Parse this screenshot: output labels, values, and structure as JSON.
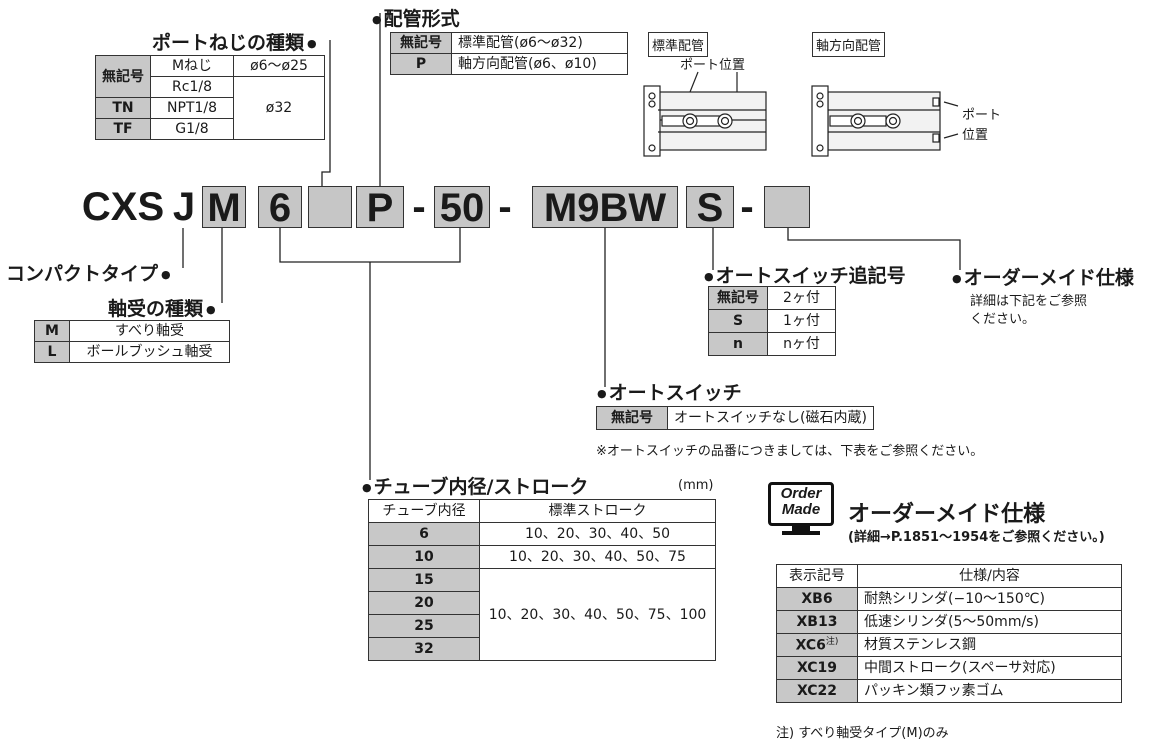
{
  "model": {
    "prefix": "CXS",
    "j": "J",
    "bearing": "M",
    "bore": "6",
    "blank": "",
    "piping": "P",
    "stroke": "50",
    "switch": "M9BW",
    "switch_count": "S",
    "made_to_order": "",
    "dash1": "-",
    "dash2": "-",
    "dash3": "-"
  },
  "port_thread": {
    "title": "ポートねじの種類",
    "rows": [
      {
        "code": "無記号",
        "thread": "Mねじ",
        "size": "ø6〜ø25"
      },
      {
        "thread": "Rc1/8",
        "size": "ø32"
      },
      {
        "code": "TN",
        "thread": "NPT1/8"
      },
      {
        "code": "TF",
        "thread": "G1/8"
      }
    ]
  },
  "piping": {
    "title": "配管形式",
    "rows": [
      {
        "code": "無記号",
        "desc": "標準配管(ø6〜ø32)"
      },
      {
        "code": "P",
        "desc": "軸方向配管(ø6、ø10)"
      }
    ],
    "fig_standard": "標準配管",
    "fig_axial": "軸方向配管",
    "port_pos": "ポート位置",
    "port_pos_a": "ポート",
    "port_pos_b": "位置"
  },
  "compact": {
    "title": "コンパクトタイプ"
  },
  "bearing": {
    "title": "軸受の種類",
    "rows": [
      {
        "code": "M",
        "desc": "すべり軸受"
      },
      {
        "code": "L",
        "desc": "ボールブッシュ軸受"
      }
    ]
  },
  "switch_count": {
    "title": "オートスイッチ追記号",
    "rows": [
      {
        "code": "無記号",
        "desc": "2ヶ付"
      },
      {
        "code": "S",
        "desc": "1ヶ付"
      },
      {
        "code": "n",
        "desc": "nヶ付"
      }
    ]
  },
  "mto_note": {
    "title": "オーダーメイド仕様",
    "line1": "詳細は下記をご参照",
    "line2": "ください。"
  },
  "auto_switch": {
    "title": "オートスイッチ",
    "code": "無記号",
    "desc": "オートスイッチなし(磁石内蔵)",
    "note": "※オートスイッチの品番につきましては、下表をご参照ください。"
  },
  "bore_stroke": {
    "title": "チューブ内径/ストローク",
    "unit": "(mm)",
    "headers": [
      "チューブ内径",
      "標準ストローク"
    ],
    "rows": [
      {
        "bore": "6",
        "stroke": "10、20、30、40、50"
      },
      {
        "bore": "10",
        "stroke": "10、20、30、40、50、75"
      },
      {
        "bore": "15",
        "stroke": "10、20、30、40、50、75、100"
      },
      {
        "bore": "20"
      },
      {
        "bore": "25"
      },
      {
        "bore": "32"
      }
    ]
  },
  "order_made": {
    "logo_line1": "Order",
    "logo_line2": "Made",
    "title": "オーダーメイド仕様",
    "subtitle": "(詳細→P.1851〜1954をご参照ください。)",
    "headers": [
      "表示記号",
      "仕様/内容"
    ],
    "rows": [
      {
        "code": "XB6",
        "sup": "",
        "desc": "耐熱シリンダ(−10〜150℃)"
      },
      {
        "code": "XB13",
        "sup": "",
        "desc": "低速シリンダ(5〜50mm/s)"
      },
      {
        "code": "XC6",
        "sup": "注)",
        "desc": "材質ステンレス鋼"
      },
      {
        "code": "XC19",
        "sup": "",
        "desc": "中間ストローク(スペーサ対応)"
      },
      {
        "code": "XC22",
        "sup": "",
        "desc": "パッキン類フッ素ゴム"
      }
    ],
    "note": "注) すべり軸受タイプ(M)のみ"
  }
}
